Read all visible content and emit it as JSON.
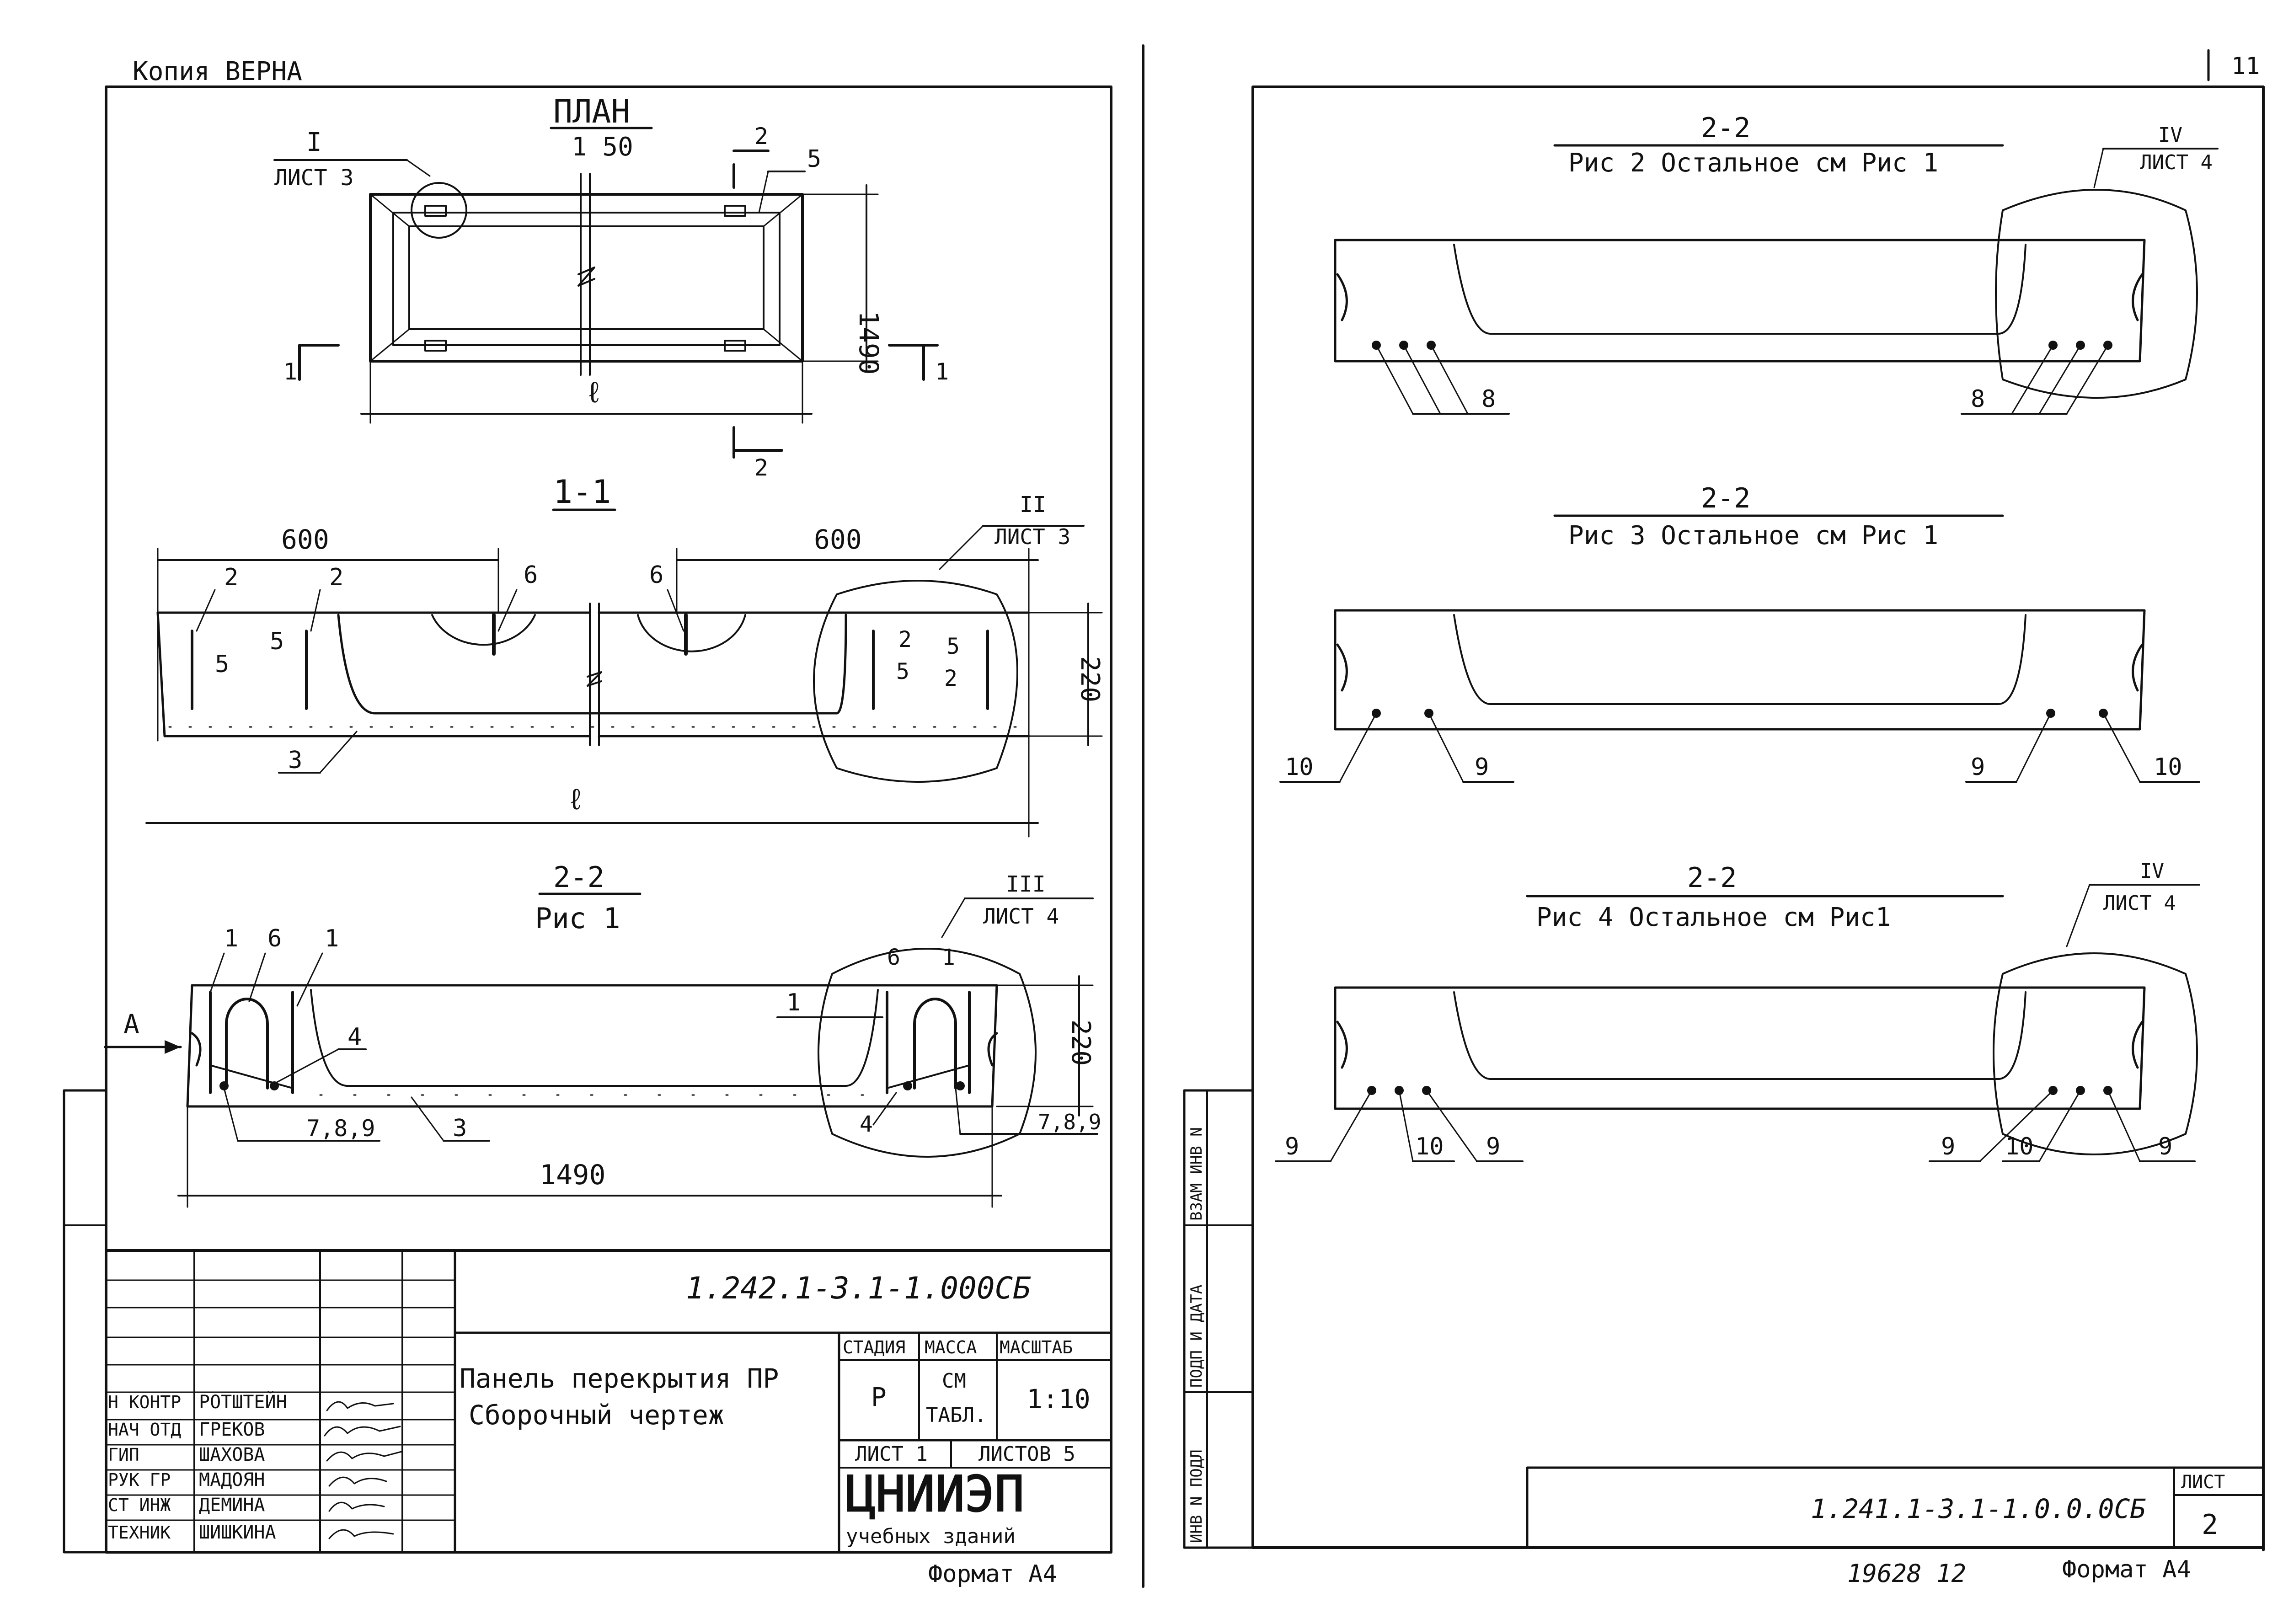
{
  "header": {
    "copy_stamp": "Копия ВЕРНА",
    "page_number": "11"
  },
  "left_sheet": {
    "plan": {
      "title": "ПЛАН",
      "scale": "1 50",
      "callout_roman": "I",
      "callout_sheet": "ЛИСТ 3",
      "label_5": "5",
      "dim_1490": "1490",
      "dim_l": "ℓ",
      "sec_2": "2",
      "sec_1": "1"
    },
    "section_11": {
      "title": "1-1",
      "dim_600_left": "600",
      "dim_600_right": "600",
      "dim_220": "220",
      "dim_l": "ℓ",
      "callout_roman": "II",
      "callout_sheet": "ЛИСТ 3",
      "labels": [
        "2",
        "2",
        "5",
        "5",
        "6",
        "6",
        "2",
        "5",
        "5",
        "2",
        "3"
      ]
    },
    "section_22_fig1": {
      "title": "2-2",
      "subtitle": "Рис 1",
      "callout_roman": "III",
      "callout_sheet": "ЛИСТ 4",
      "view_label": "А",
      "dim_220": "220",
      "dim_1490": "1490",
      "labels": [
        "1",
        "6",
        "1",
        "4",
        "1",
        "6",
        "1",
        "4",
        "3"
      ],
      "label_789_left": "7,8,9",
      "label_789_right": "7,8,9"
    },
    "title_block": {
      "doc_code": "1.242.1-3.1-1.000СБ",
      "title_line1": "Панель перекрытия ПР",
      "title_line2": "Сборочный чертеж",
      "stage_header": "СТАДИЯ",
      "mass_header": "МАССА",
      "scale_header": "МАСШТАБ",
      "stage_value": "Р",
      "mass_value_1": "СМ",
      "mass_value_2": "ТАБЛ.",
      "scale_value": "1:10",
      "sheet_label": "ЛИСТ 1",
      "sheets_label": "ЛИСТОВ 5",
      "org_name": "ЦНИИЭП",
      "org_sub": "учебных зданий",
      "staff": [
        {
          "role": "Н КОНТР",
          "name": "РОТШТЕЙН"
        },
        {
          "role": "НАЧ ОТД",
          "name": "ГРЕКОВ"
        },
        {
          "role": "ГИП",
          "name": "ШАХОВА"
        },
        {
          "role": "РУК ГР",
          "name": "МАДОЯН"
        },
        {
          "role": "СТ ИНЖ",
          "name": "ДЕМИНА"
        },
        {
          "role": "ТЕХНИК",
          "name": "ШИШКИНА"
        }
      ]
    },
    "format": "Формат А4"
  },
  "right_sheet": {
    "fig2": {
      "title": "2-2",
      "subtitle": "Рис 2 Остальное см Рис 1",
      "callout_roman": "IV",
      "callout_sheet": "ЛИСТ 4",
      "label_left": "8",
      "label_right": "8"
    },
    "fig3": {
      "title": "2-2",
      "subtitle": "Рис 3 Остальное см Рис 1",
      "labels": [
        "10",
        "9",
        "9",
        "10"
      ]
    },
    "fig4": {
      "title": "2-2",
      "subtitle": "Рис 4 Остальное см Рис1",
      "callout_roman": "IV",
      "callout_sheet": "ЛИСТ 4",
      "labels": [
        "9",
        "10",
        "9",
        "9",
        "10",
        "9"
      ]
    },
    "side_stamps": [
      "ВЗАМ ИНВ N",
      "ПОДП И ДАТА",
      "ИНВ N ПОДЛ"
    ],
    "title_block": {
      "doc_code": "1.241.1-3.1-1.0.0.0СБ",
      "sheet_label": "ЛИСТ",
      "sheet_number": "2"
    },
    "archive_number": "19628 12",
    "format": "Формат А4"
  }
}
